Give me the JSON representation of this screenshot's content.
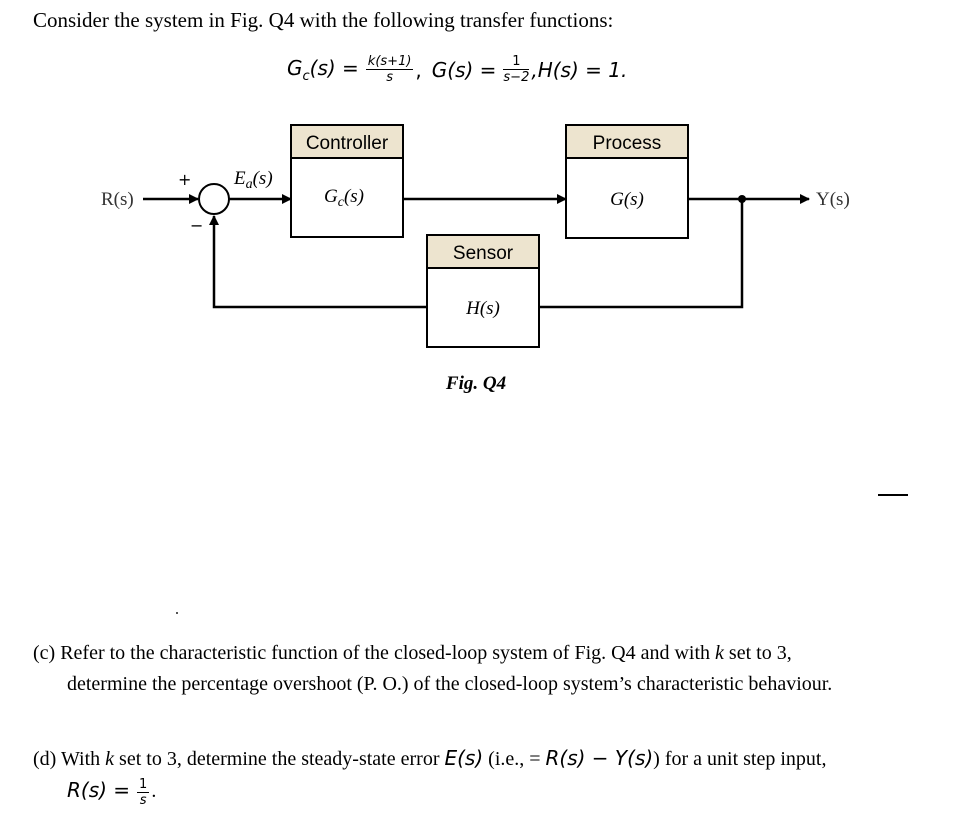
{
  "intro": "Consider the system in Fig. Q4 with the following transfer functions:",
  "equations": {
    "gc_lhs": "G",
    "gc_sub": "c",
    "gc_arg": "(s) =",
    "gc_num": "k(s+1)",
    "gc_den": "s",
    "sep1": ",",
    "g_lhs": "G(s) =",
    "g_num": "1",
    "g_den": "s−2",
    "h_part": ",H(s) = 1."
  },
  "diagram": {
    "input_label": "R(s)",
    "plus_sign": "+",
    "minus_sign": "−",
    "error_label": "E",
    "error_sub": "a",
    "error_arg": "(s)",
    "controller_title": "Controller",
    "controller_tf": "G",
    "controller_sub": "c",
    "controller_arg": "(s)",
    "process_title": "Process",
    "process_tf": "G(s)",
    "sensor_title": "Sensor",
    "sensor_tf": "H(s)",
    "output_label": "Y(s)",
    "figure_caption": "Fig. Q4",
    "title_fill": "#ede4cf"
  },
  "questions": {
    "c_line1": "(c) Refer to the characteristic function of the closed-loop system of Fig. Q4 and with ",
    "c_k": "k",
    "c_line1_end": " set to 3,",
    "c_line2": "determine the percentage overshoot (P. O.) of the closed-loop system’s characteristic behaviour.",
    "d_line1_a": "(d) With ",
    "d_k": "k",
    "d_line1_b": " set to 3, determine the steady-state error ",
    "d_E": "E(s)",
    "d_line1_c": " (i.e., = ",
    "d_RY": "R(s) − Y(s)",
    "d_line1_d": ") for a unit step input,",
    "d_line2_lhs": "R(s) =",
    "d_line2_num": "1",
    "d_line2_den": "s",
    "d_line2_end": "."
  }
}
